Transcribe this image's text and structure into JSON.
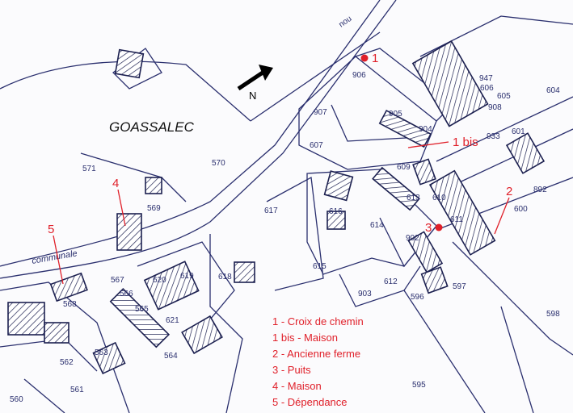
{
  "place_name": "GOASSALEC",
  "north_label": "N",
  "road_labels": {
    "communale": "communale",
    "top_road": "nou"
  },
  "parcels": [
    "906",
    "907",
    "905",
    "904",
    "607",
    "609",
    "613",
    "610",
    "611",
    "600",
    "892",
    "604",
    "605",
    "606",
    "947",
    "908",
    "933",
    "601",
    "614",
    "616",
    "617",
    "615",
    "902",
    "612",
    "903",
    "597",
    "596",
    "598",
    "595",
    "570",
    "571",
    "569",
    "618",
    "620",
    "619",
    "621",
    "567",
    "566",
    "565",
    "564",
    "568",
    "563",
    "562",
    "561",
    "560"
  ],
  "markers": [
    "1",
    "1 bis",
    "2",
    "3",
    "4",
    "5"
  ],
  "legend": [
    "1 - Croix de chemin",
    "1 bis - Maison",
    "2 - Ancienne ferme",
    "3 - Puits",
    "4 - Maison",
    "5 - Dépendance"
  ],
  "colors": {
    "ink": "#2a2f6e",
    "annotation": "#e0202a"
  }
}
